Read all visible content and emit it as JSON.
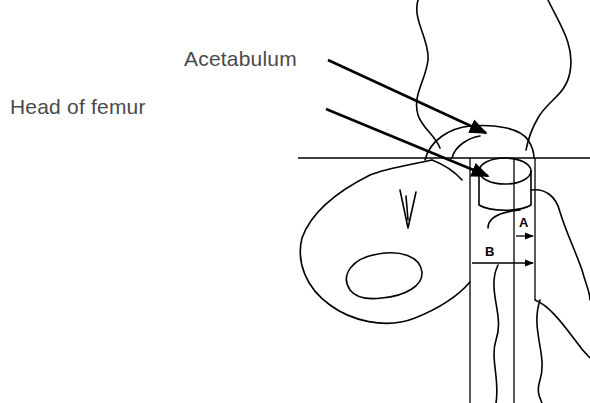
{
  "diagram": {
    "labels": [
      "Acetabulum",
      "Head of femur",
      "A",
      "B"
    ]
  }
}
